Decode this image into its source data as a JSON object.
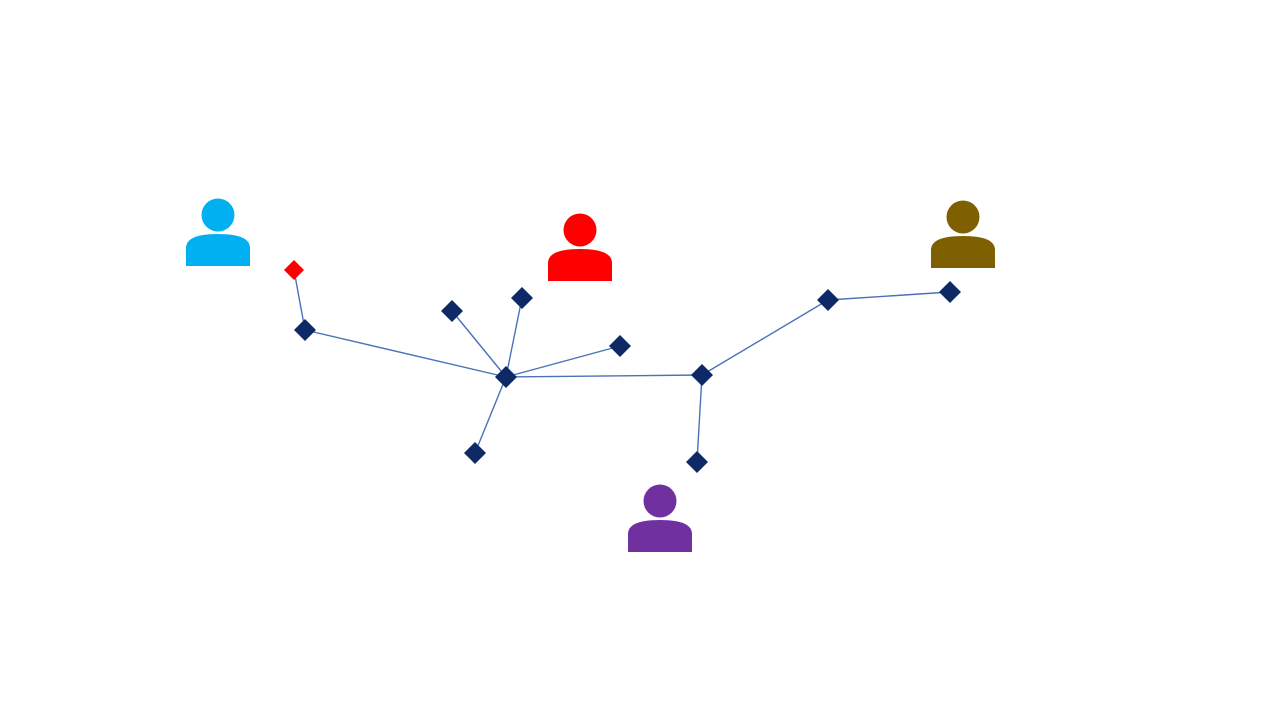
{
  "colors": {
    "background": "#ffffff",
    "edge": "#4a72b8",
    "node": "#0d2a66",
    "highlight_node": "#ff0000"
  },
  "users": [
    {
      "id": "user-cyan",
      "icon": "person-icon",
      "color": "#00b0f0"
    },
    {
      "id": "user-red",
      "icon": "person-icon",
      "color": "#ff0000"
    },
    {
      "id": "user-brown",
      "icon": "person-icon",
      "color": "#7f6000"
    },
    {
      "id": "user-purple",
      "icon": "person-icon",
      "color": "#7030a0"
    }
  ],
  "nodes": [
    {
      "id": "n-red",
      "highlight": true
    },
    {
      "id": "n-left"
    },
    {
      "id": "n-hub"
    },
    {
      "id": "n-upper-left"
    },
    {
      "id": "n-upper"
    },
    {
      "id": "n-right-of-hub"
    },
    {
      "id": "n-lower-left"
    },
    {
      "id": "n-junction"
    },
    {
      "id": "n-lower"
    },
    {
      "id": "n-mid-right"
    },
    {
      "id": "n-far-right"
    }
  ],
  "edges": [
    [
      "n-red",
      "n-left"
    ],
    [
      "n-left",
      "n-hub"
    ],
    [
      "n-hub",
      "n-upper-left"
    ],
    [
      "n-hub",
      "n-upper"
    ],
    [
      "n-hub",
      "n-right-of-hub"
    ],
    [
      "n-hub",
      "n-lower-left"
    ],
    [
      "n-hub",
      "n-junction"
    ],
    [
      "n-junction",
      "n-lower"
    ],
    [
      "n-junction",
      "n-mid-right"
    ],
    [
      "n-mid-right",
      "n-far-right"
    ]
  ]
}
